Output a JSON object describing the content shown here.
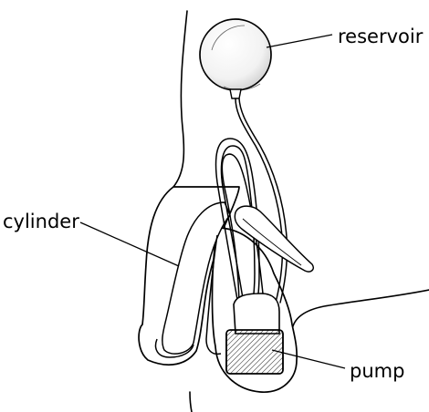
{
  "labels": {
    "reservoir": "reservoir",
    "cylinder": "cylinder",
    "pump": "pump"
  },
  "colors": {
    "ink": "#000000",
    "fill": "#ffffff"
  }
}
